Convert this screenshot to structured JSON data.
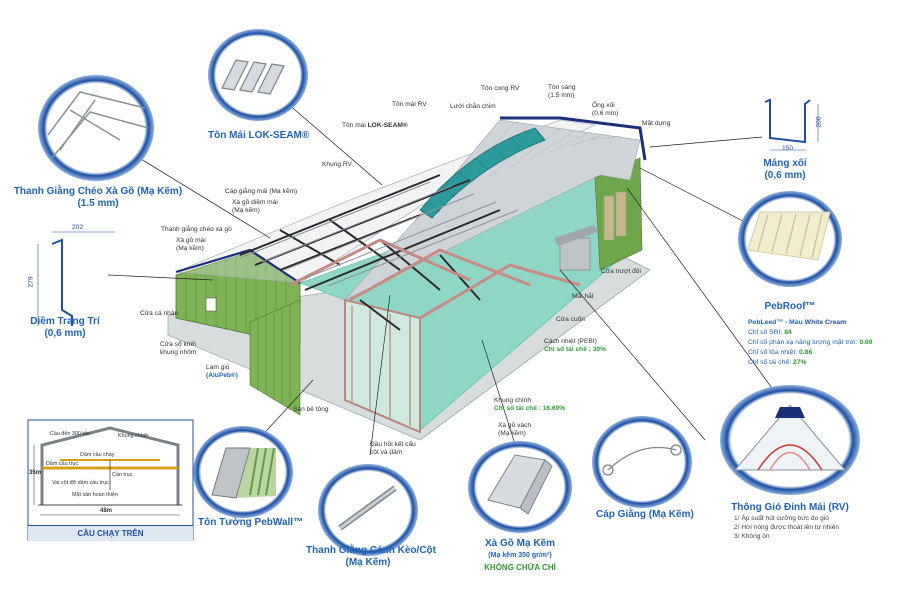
{
  "building_labels": {
    "ton_cong": "Tôn cong RV",
    "ton_sang": "Tôn sáng",
    "ton_sang_thickness": "(1.5 mm)",
    "ton_mai_rv": "Tôn mái RV",
    "luoi_chan_chim": "Lưới chắn chim",
    "ong_xoi": "Ống xối",
    "ong_xoi_thickness": "(0.6 mm)",
    "mat_dung": "Mặt dựng",
    "ton_mai_lokseam_prefix": "Tôn mái ",
    "ton_mai_lokseam_brand": "LOK-SEAM®",
    "khung_rv": "Khung RV",
    "cap_giang_mai": "Cáp giằng mái (Mạ kẽm)",
    "xa_go_diem_mai": "Xà gồ diềm mái",
    "xa_go_diem_mai_sub": "(Mạ kẽm)",
    "thanh_giang_cheo_xa_go": "Thanh giằng chéo xà gồ",
    "xa_go_mai": "Xà gồ mái",
    "xa_go_mai_sub": "(Mạ kẽm)",
    "cua_ca_nhan": "Cửa cá nhân",
    "cua_so_kinh": "Cửa sổ kính",
    "cua_so_kinh_sub": "khung nhôm",
    "lam_gio": "Lam gió",
    "lam_gio_brand": "(AluPeb®)",
    "san_be_tong": "Sàn bê tông",
    "dau_hoi": "Đầu hồi kết cấu",
    "dau_hoi_sub": "cột và dầm",
    "cua_truot_doi": "Cửa trượt đôi",
    "mai_hat": "Mái hắt",
    "cua_cuon": "Cửa cuốn",
    "cach_nhiet": "Cách nhiệt (PEBI)",
    "cach_nhiet_recycle": "Chỉ số tái chế : 30%",
    "khung_chinh": "Khung chính",
    "khung_chinh_recycle": "Chỉ số tái chế : 16.69%",
    "xa_go_vach": "Xà gồ vách",
    "xa_go_vach_sub": "(Mạ kẽm)"
  },
  "callouts": {
    "lokseam_title": "Tôn Mái LOK-SEAM®",
    "thanh_giang_cheo_title": "Thanh Giằng Chéo Xà Gồ (Mạ Kẽm)",
    "thanh_giang_cheo_sub": "(1.5 mm)",
    "diem_trang_tri_title": "Diềm Trang Trí",
    "diem_trang_tri_sub": "(0,6 mm)",
    "diem_dim_top": "202",
    "diem_dim_side": "279",
    "mang_xoi_title": "Máng xối",
    "mang_xoi_sub": "(0,6 mm)",
    "mang_dim_side": "200",
    "mang_dim_bottom": "150",
    "pebroof_title": "PebRoof™",
    "pebwall_title": "Tôn Tường PebWall™",
    "thanh_giang_canh_title": "Thanh Giằng Cánh Kèo/Cột",
    "thanh_giang_canh_sub": "(Mạ Kẽm)",
    "xa_go_ma_kem_title": "Xà Gồ Mạ Kẽm",
    "xa_go_ma_kem_sub": "(Mạ kẽm 350 gr/m²)",
    "xa_go_ma_kem_note": "KHÔNG CHỨA CHÌ",
    "cap_giang_title": "Cáp Giằng (Mạ Kẽm)",
    "thong_gio_title": "Thông Gió Đỉnh Mái (RV)"
  },
  "pebroof_info": {
    "line1_prefix": "PebLeed™ - Màu ",
    "line1_color": "White Cream",
    "line2_label": "Chỉ số SRI: ",
    "line2_value": "84",
    "line3_label": "Chỉ số phản xạ năng lượng mặt trời: ",
    "line3_value": "0.69",
    "line4_label": "Chỉ số tỏa nhiệt: ",
    "line4_value": "0.86",
    "line5_label": "Chỉ số tái chế: ",
    "line5_value": "27%"
  },
  "rv_notes": [
    "1/ Áp suất hút cưỡng bức do gió",
    "2/ Hơi nóng được thoát lên tự nhiên",
    "3/ Không ồn"
  ],
  "crane": {
    "title": "CẦU CHẠY TRÊN",
    "cau_den": "Cầu đến 300 tấn",
    "khung_chinh": "Khung chính",
    "dam_cau_chay": "Dầm cầu chạy",
    "dam_cau_truc": "Dầm cầu trục",
    "can_truc": "Cần trục",
    "vai_cot": "Vai cột đỡ dầm cầu trục",
    "mat_san": "Mặt sàn hoàn thiện",
    "height": "35m",
    "width": "48m"
  },
  "colors": {
    "accent_blue": "#1f63b5",
    "recycle_green": "#2e9b33",
    "wall_green": "#7fb356",
    "insulation_teal": "#8fd6c6",
    "roof_grey": "#c9cdd2",
    "ridge_navy": "#1b2f7a"
  }
}
